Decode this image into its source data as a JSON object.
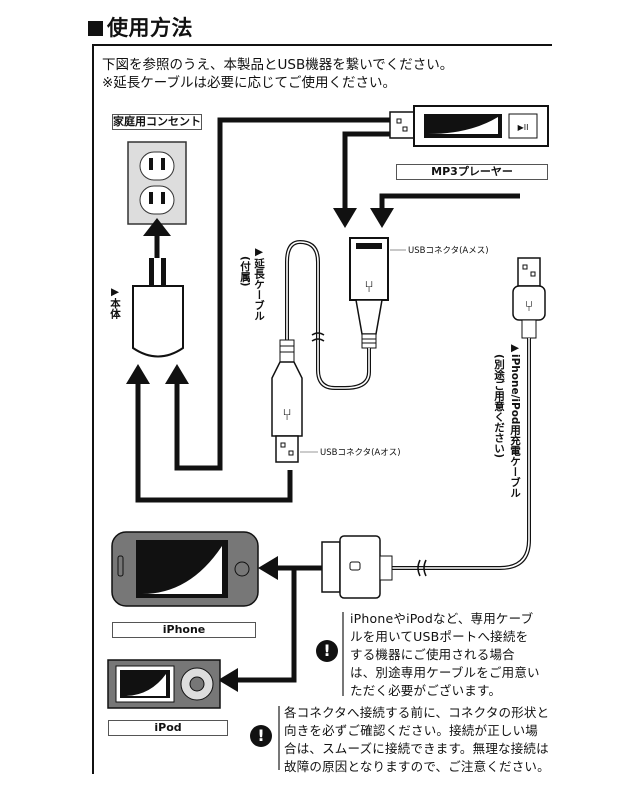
{
  "title": "使用方法",
  "intro": [
    "下図を参照のうえ、本製品とUSB機器を繋いでください。",
    "※延長ケーブルは必要に応じてご使用ください。"
  ],
  "labels": {
    "outlet": "家庭用コンセント",
    "main_unit": "▶本体",
    "mp3_player": "MP3プレーヤー",
    "usb_connector_female": "USBコネクタ(Aメス)",
    "usb_connector_male": "USBコネクタ(Aオス)",
    "extension_cable": [
      "▶延長ケーブル",
      "(付属)"
    ],
    "charging_cable": [
      "▶iPhone/iPod用充電ケーブル",
      "(別途ご用意ください)"
    ],
    "iphone": "iPhone",
    "ipod": "iPod"
  },
  "notes": [
    {
      "icon": "!",
      "lines": [
        "iPhoneやiPodなど、専用ケーブ",
        "ルを用いてUSBポートへ接続を",
        "する機器にご使用される場合",
        "は、別途専用ケーブルをご用意い",
        "ただく必要がございます。"
      ]
    },
    {
      "icon": "!",
      "lines": [
        "各コネクタへ接続する前に、コネクタの形状と",
        "向きを必ずご確認ください。接続が正しい場",
        "合は、スムーズに接続できます。無理な接続は",
        "故障の原因となりますので、ご注意ください。"
      ]
    }
  ],
  "icons": [
    "warning-icon",
    "usb-icon",
    "play-pause-icon",
    "arrow-icon"
  ]
}
